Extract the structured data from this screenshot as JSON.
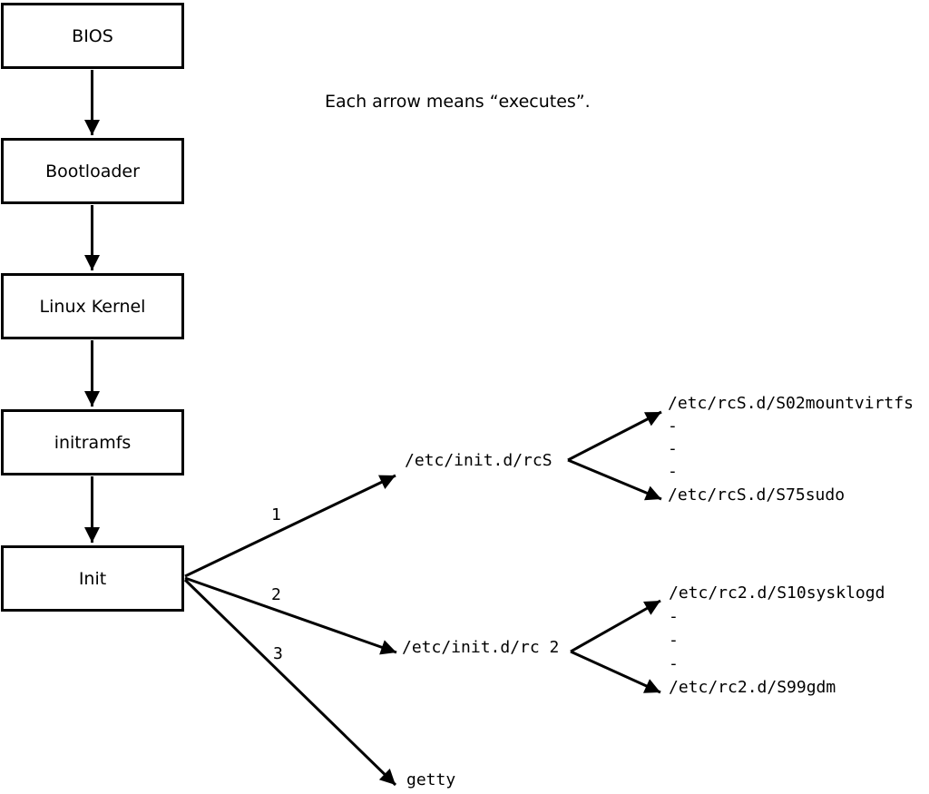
{
  "note": "Each arrow means “executes”.",
  "colors": {
    "ink": "#000000",
    "background": "#ffffff"
  },
  "boot_chain": {
    "boxes": [
      {
        "label": "BIOS"
      },
      {
        "label": "Bootloader"
      },
      {
        "label": "Linux Kernel"
      },
      {
        "label": "initramfs"
      },
      {
        "label": "Init"
      }
    ]
  },
  "branches": [
    {
      "number": "1",
      "target": "/etc/init.d/rcS",
      "children": [
        "/etc/rcS.d/S02mountvirtfs",
        "-",
        "-",
        "-",
        "/etc/rcS.d/S75sudo"
      ]
    },
    {
      "number": "2",
      "target": "/etc/init.d/rc 2",
      "children": [
        "/etc/rc2.d/S10sysklogd",
        "-",
        "-",
        "-",
        "/etc/rc2.d/S99gdm"
      ]
    },
    {
      "number": "3",
      "target": "getty",
      "children": []
    }
  ]
}
